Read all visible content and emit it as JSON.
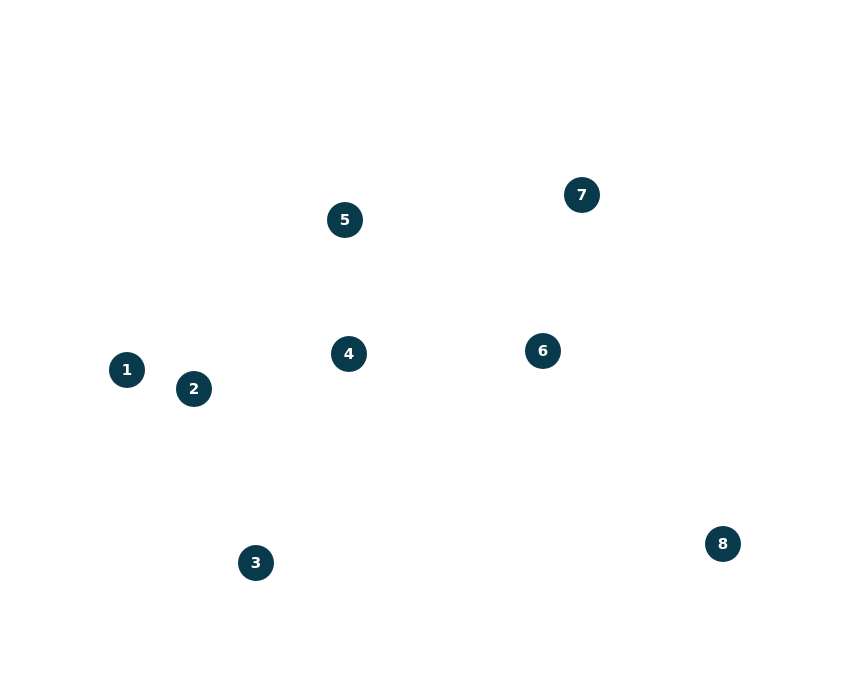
{
  "colors": {
    "background": "#ffffff",
    "marker_fill": "#083a4c",
    "marker_text": "#ffffff"
  },
  "markers": [
    {
      "label": "1"
    },
    {
      "label": "2"
    },
    {
      "label": "3"
    },
    {
      "label": "4"
    },
    {
      "label": "5"
    },
    {
      "label": "6"
    },
    {
      "label": "7"
    },
    {
      "label": "8"
    }
  ]
}
